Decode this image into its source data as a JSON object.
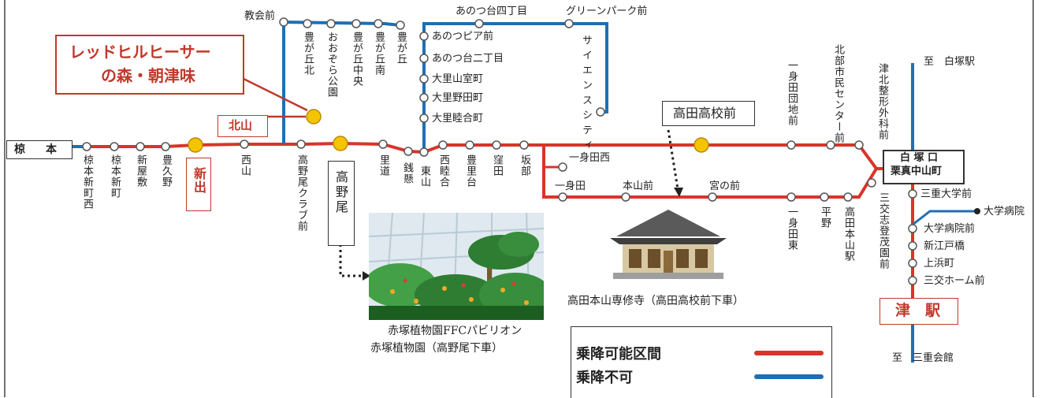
{
  "colors": {
    "red_route": "#d9342b",
    "blue_route": "#1f6fb2",
    "yellow_stop": "#f5c400",
    "box_red": "#c0392b"
  },
  "stops": {
    "kukumoto": "椋　本",
    "kukumoto_shinmachi_nishi": "椋本新町西",
    "kukumoto_shinmachi": "椋本新町",
    "shinyashiki": "新屋敷",
    "toyokuno": "豊久野",
    "shinde": "新出",
    "nishiyama": "西山",
    "kitayama": "北山",
    "takanoo_club_mae": "高野尾クラブ前",
    "takanoo": "高野尾",
    "satomichi": "里道",
    "zenikake": "銭懸",
    "higashiyama": "東山",
    "nishimutsuai": "西睦合",
    "toyosatodai": "豊里台",
    "kubota": "窪田",
    "sakabe": "坂部",
    "kyokaimae": "教会前",
    "toyogaoka_kita": "豊が丘北",
    "oozora_koen": "おおぞら公園",
    "toyogaoka_chuo": "豊が丘中央",
    "toyogaoka_minami": "豊が丘南",
    "toyogaoka": "豊が丘",
    "anotsudai_4": "あのつ台四丁目",
    "green_park_mae": "グリーンパーク前",
    "anotsu_pia_mae": "あのつピア前",
    "anotsudai_2": "あのつ台二丁目",
    "oosato_yamamuro": "大里山室町",
    "oosato_noda": "大里野田町",
    "oosato_mutsuai": "大里睦合町",
    "science_city": "サイエンスシティ",
    "isshinden_nishi": "一身田西",
    "isshinden": "一身田",
    "honzan_mae": "本山前",
    "miyanomae": "宮の前",
    "isshinden_higashi": "一身田東",
    "hirano": "平野",
    "takada_honzan_eki": "高田本山駅",
    "takada_koko_mae": "高田高校前",
    "isshinden_danchi_mae": "一身田団地前",
    "hokubu_shimin_center_mae": "北部市民センター前",
    "tsu_kita_seikei_geka_mae": "津北整形外科前",
    "sanko_shimo_shigeda_mae": "三交志登茂園前",
    "shiratsukaguchi": "白 塚 口",
    "kurima_nakayama": "栗真中山町",
    "mie_daigaku_mae": "三重大学前",
    "daigaku_byoin": "大学病院",
    "daigaku_byoin_mae": "大学病院前",
    "shin_edobashi": "新江戸橋",
    "kamihama": "上浜町",
    "sanko_home_mae": "三交ホーム前",
    "tsu_eki": "津　駅"
  },
  "directions": {
    "to_shiratsuka": "至　白塚駅",
    "to_mie_kaikan": "至　三重会館"
  },
  "spots": {
    "red_hill_title_1": "レッドヒルヒーサー",
    "red_hill_title_2": "の森・朝津味",
    "akatsuka_caption_1": "赤塚植物園FFCパビリオン",
    "akatsuka_caption_2": "赤塚植物園（高野尾下車）",
    "senshuji_caption": "高田本山専修寺（高田高校前下車）"
  },
  "legend": {
    "ok_label": "乗降可能区間",
    "ng_label": "乗降不可"
  }
}
